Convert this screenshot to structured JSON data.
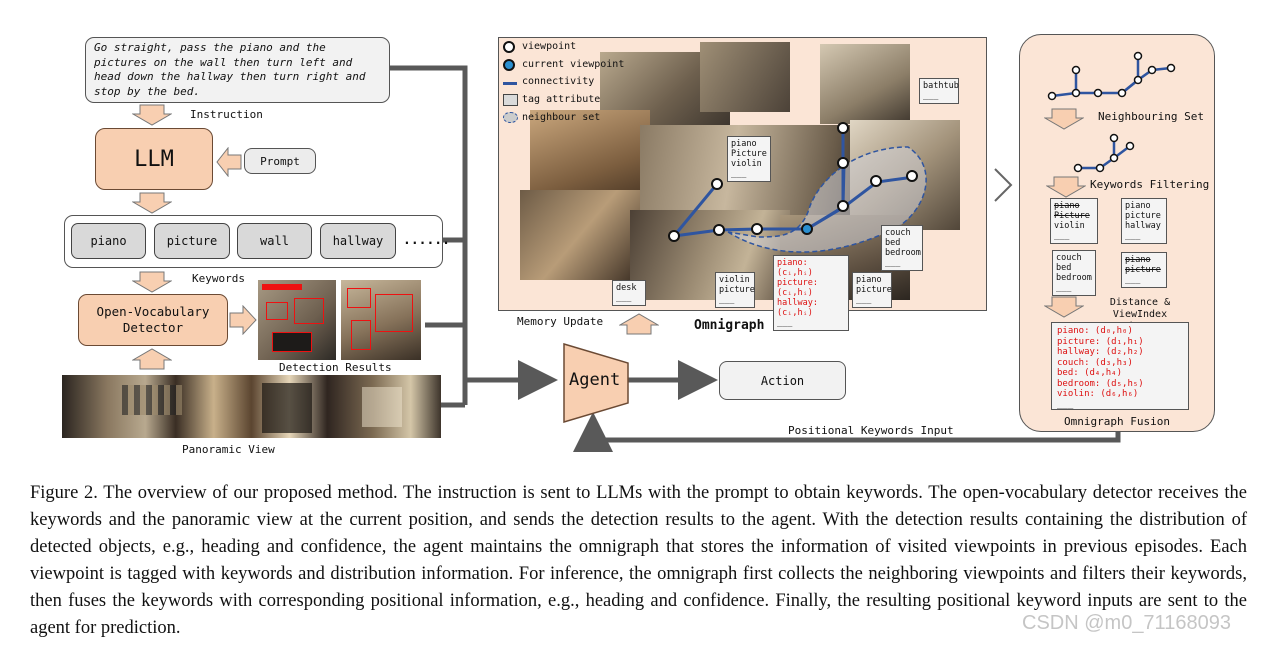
{
  "instruction": {
    "text": "Go straight, pass the piano and the pictures on the wall then turn left and head down the hallway then turn right and stop by the bed.",
    "label": "Instruction"
  },
  "llm": {
    "label": "LLM",
    "prompt": "Prompt"
  },
  "keywords": {
    "items": [
      "piano",
      "picture",
      "wall",
      "hallway",
      "......"
    ],
    "label": "Keywords"
  },
  "detector": {
    "label": "Open-Vocabulary Detector",
    "results_label": "Detection Results"
  },
  "panoramic": {
    "label": "Panoramic View"
  },
  "agent": {
    "label": "Agent",
    "action": "Action"
  },
  "memory": {
    "update_label": "Memory Update",
    "omnigraph_label": "Omnigraph"
  },
  "legend": {
    "viewpoint": "viewpoint",
    "current_viewpoint": "current viewpoint",
    "connectivity": "connectivity",
    "tag_attribute": "tag attribute",
    "neighbour_set": "neighbour set"
  },
  "map_tags": {
    "bathtub": [
      "bathtub",
      "___"
    ],
    "piano_picture_violin": [
      "piano",
      "Picture",
      "violin",
      "___"
    ],
    "couch_bed_bedroom": [
      "couch",
      "bed",
      "bedroom",
      "___"
    ],
    "desk": [
      "desk",
      "___"
    ],
    "violin_picture": [
      "violin",
      "picture",
      "___"
    ],
    "piano_picture": [
      "piano",
      "picture",
      "___"
    ],
    "current": [
      "piano: (cᵢ,hᵢ)",
      "picture: (cᵢ,hᵢ)",
      "hallway: (cᵢ,hᵢ)",
      "___"
    ]
  },
  "right_panel": {
    "neighbouring_set": "Neighbouring Set",
    "keywords_filtering": "Keywords Filtering",
    "distance_label": "Distance & ViewIndex Assignment",
    "fusion_label": "Omnigraph Fusion",
    "filter_tags": [
      {
        "struck": [
          "piano",
          "Picture"
        ],
        "kept": [
          "violin",
          "___"
        ]
      },
      {
        "struck": [],
        "kept": [
          "piano",
          "picture",
          "hallway",
          "___"
        ]
      },
      {
        "struck": [],
        "kept": [
          "couch",
          "bed",
          "bedroom",
          "___"
        ]
      },
      {
        "struck": [
          "piano",
          "picture"
        ],
        "kept": [
          "___"
        ]
      }
    ],
    "fusion_lines": [
      "piano: (d₀,h₀)",
      "picture: (d₁,h₁)",
      "hallway: (d₂,h₂)",
      "couch: (d₃,h₃)",
      "bed: (d₄,h₄)",
      "bedroom: (d₅,h₅)",
      "violin: (d₆,h₆)",
      "___"
    ]
  },
  "positional_input": "Positional Keywords Input",
  "caption": {
    "text": "Figure 2. The overview of our proposed method. The instruction is sent to LLMs with the prompt to obtain keywords. The open-vocabulary detector receives the keywords and the panoramic view at the current position, and sends the detection results to the agent. With the detection results containing the distribution of detected objects, e.g., heading and confidence, the agent maintains the omnigraph that stores the information of visited viewpoints in previous episodes. Each viewpoint is tagged with keywords and distribution information. For inference, the omnigraph first collects the neighboring viewpoints and filters their keywords, then fuses the keywords with corresponding positional information, e.g., heading and confidence. Finally, the resulting positional keyword inputs are sent to the agent for prediction.",
    "watermark": "CSDN @m0_71168093"
  },
  "colors": {
    "orange": "#f8cfb1",
    "panel": "#fbe5d6",
    "edge": "#2f55a0",
    "arrow": "#595959",
    "gray_box": "#d9d9d9"
  }
}
